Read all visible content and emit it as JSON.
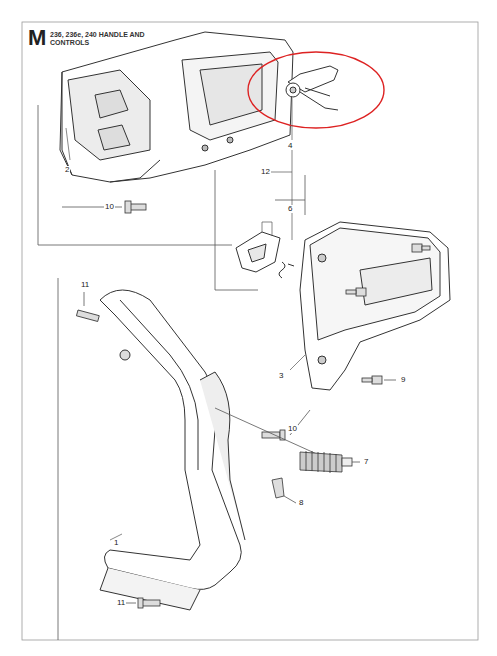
{
  "diagram": {
    "title": "236, 236e, 240 HANDLE AND CONTROLS",
    "labels": [
      "M",
      "4",
      "2",
      "12",
      "10",
      "6",
      "11",
      "3",
      "9",
      "10",
      "7",
      "8",
      "1",
      "11"
    ]
  }
}
